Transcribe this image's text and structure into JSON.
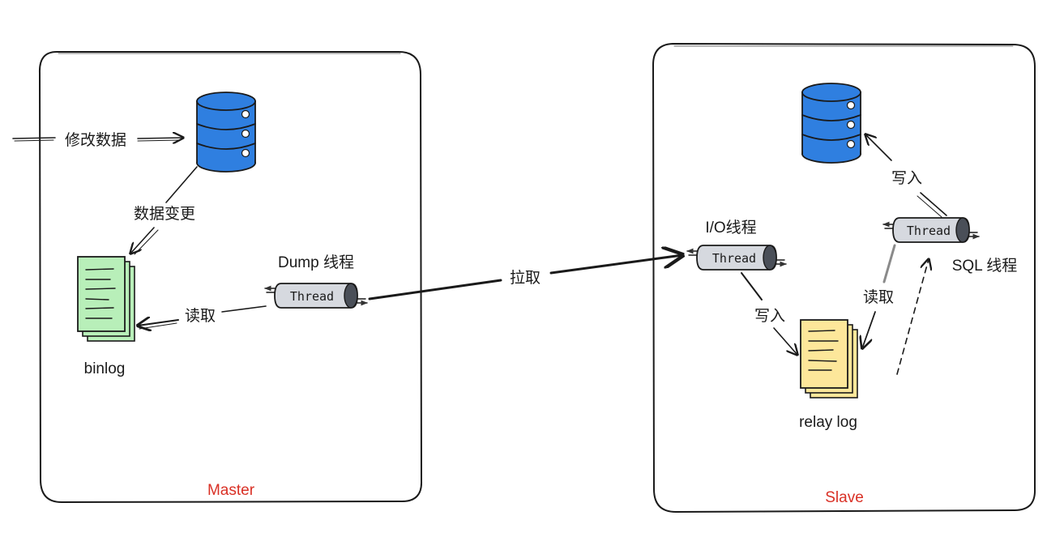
{
  "master": {
    "box_label": "Master",
    "input_label": "修改数据",
    "change_label": "数据变更",
    "binlog_label": "binlog",
    "dump_thread_label": "Dump 线程",
    "thread_text": "Thread",
    "read_label": "读取"
  },
  "pull_label": "拉取",
  "slave": {
    "box_label": "Slave",
    "io_thread_label": "I/O线程",
    "io_thread_text": "Thread",
    "write_label_io": "写入",
    "relay_log_label": "relay log",
    "read_label": "读取",
    "sql_thread_label": "SQL 线程",
    "sql_thread_text": "Thread",
    "write_label_sql": "写入"
  },
  "colors": {
    "database_blue": "#2f7fe0",
    "binlog_green": "#b8efb9",
    "relaylog_yellow": "#fde79a",
    "thread_gray": "#d6d9df",
    "label_red": "#d93025"
  },
  "icons": [
    "database-icon",
    "binlog-document-icon",
    "relay-log-document-icon",
    "thread-icon"
  ]
}
